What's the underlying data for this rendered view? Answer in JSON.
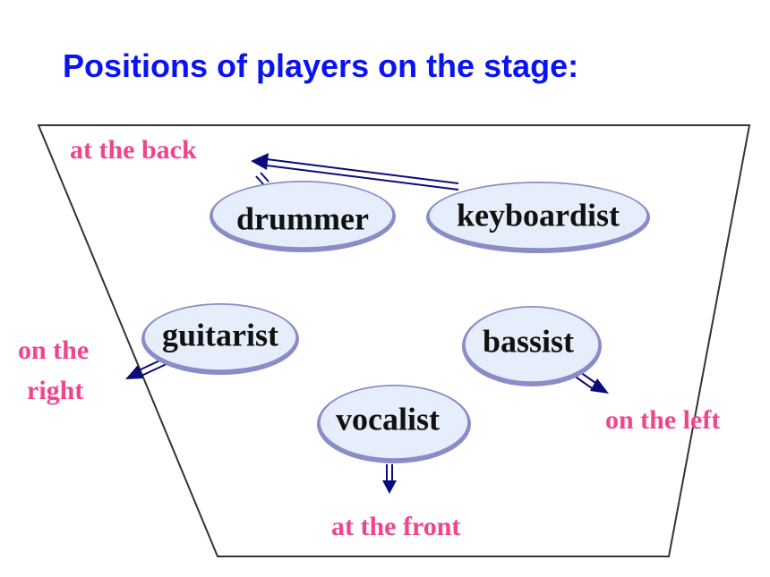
{
  "title": "Positions of players on the stage:",
  "colors": {
    "title": "#0a14f0",
    "direction_label": "#f0458e",
    "pill_fill": "#e6eefb",
    "pill_stroke": "#8a8cc8",
    "arrow": "#0b0b7a",
    "stage_outline": "#333333"
  },
  "players": {
    "drummer": "drummer",
    "keyboardist": "keyboardist",
    "guitarist": "guitarist",
    "bassist": "bassist",
    "vocalist": "vocalist"
  },
  "directions": {
    "back": "at the back",
    "right_line1": "on the",
    "right_line2": "right",
    "left": "on the left",
    "front": "at the front"
  }
}
